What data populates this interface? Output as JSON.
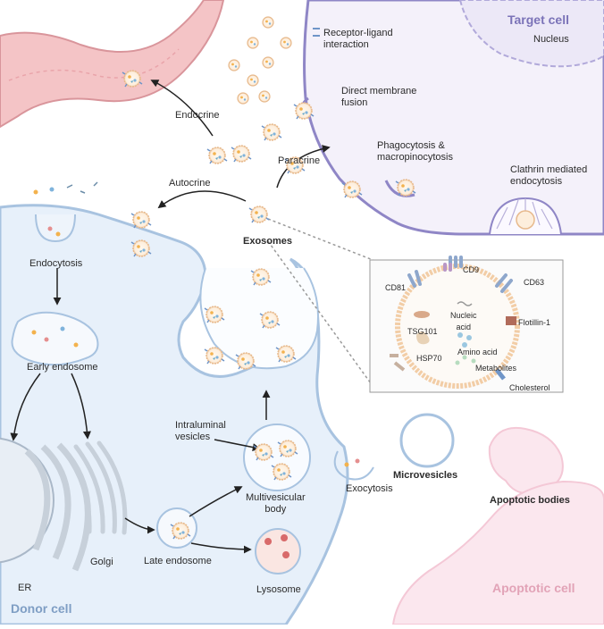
{
  "titles": {
    "target_cell": "Target cell",
    "donor_cell": "Donor cell",
    "apoptotic_cell": "Apoptotic cell",
    "nucleus": "Nucleus"
  },
  "uptake": {
    "receptor_ligand": [
      "Receptor-ligand",
      "interaction"
    ],
    "direct_fusion": [
      "Direct membrane",
      "fusion"
    ],
    "phagocytosis": [
      "Phagocytosis &",
      "macropinocytosis"
    ],
    "clathrin": [
      "Clathrin mediated",
      "endocytosis"
    ]
  },
  "routes": {
    "endocrine": "Endocrine",
    "paracrine": "Paracrine",
    "autocrine": "Autocrine",
    "exosomes": "Exosomes"
  },
  "pathway": {
    "endocytosis": "Endocytosis",
    "early_endosome": "Early endosome",
    "intraluminal": [
      "Intraluminal",
      "vesicles"
    ],
    "mvb": [
      "Multivesicular",
      "body"
    ],
    "late_endosome": "Late endosome",
    "lysosome": "Lysosome",
    "golgi": "Golgi",
    "er": "ER",
    "exocytosis": "Exocytosis"
  },
  "other_vesicles": {
    "microvesicles": "Microvesicles",
    "apoptotic_bodies": "Apoptotic bodies"
  },
  "exosome_components": {
    "cd9": "CD9",
    "cd81": "CD81",
    "cd63": "CD63",
    "tsg101": "TSG101",
    "nucleic": [
      "Nucleic",
      "acid"
    ],
    "flotillin": "Flotillin-1",
    "hsp70": "HSP70",
    "amino": "Amino acid",
    "metabolites": "Metabolites",
    "cholesterol": "Cholesterol"
  },
  "colors": {
    "target_membrane": "#8f86c6",
    "donor_membrane": "#a8c3e0",
    "donor_fill": "#e7f0fa",
    "vessel": "#e9b5b9",
    "apoptotic": "#f4c8d6",
    "exosome_membrane": "#f2cda6"
  }
}
